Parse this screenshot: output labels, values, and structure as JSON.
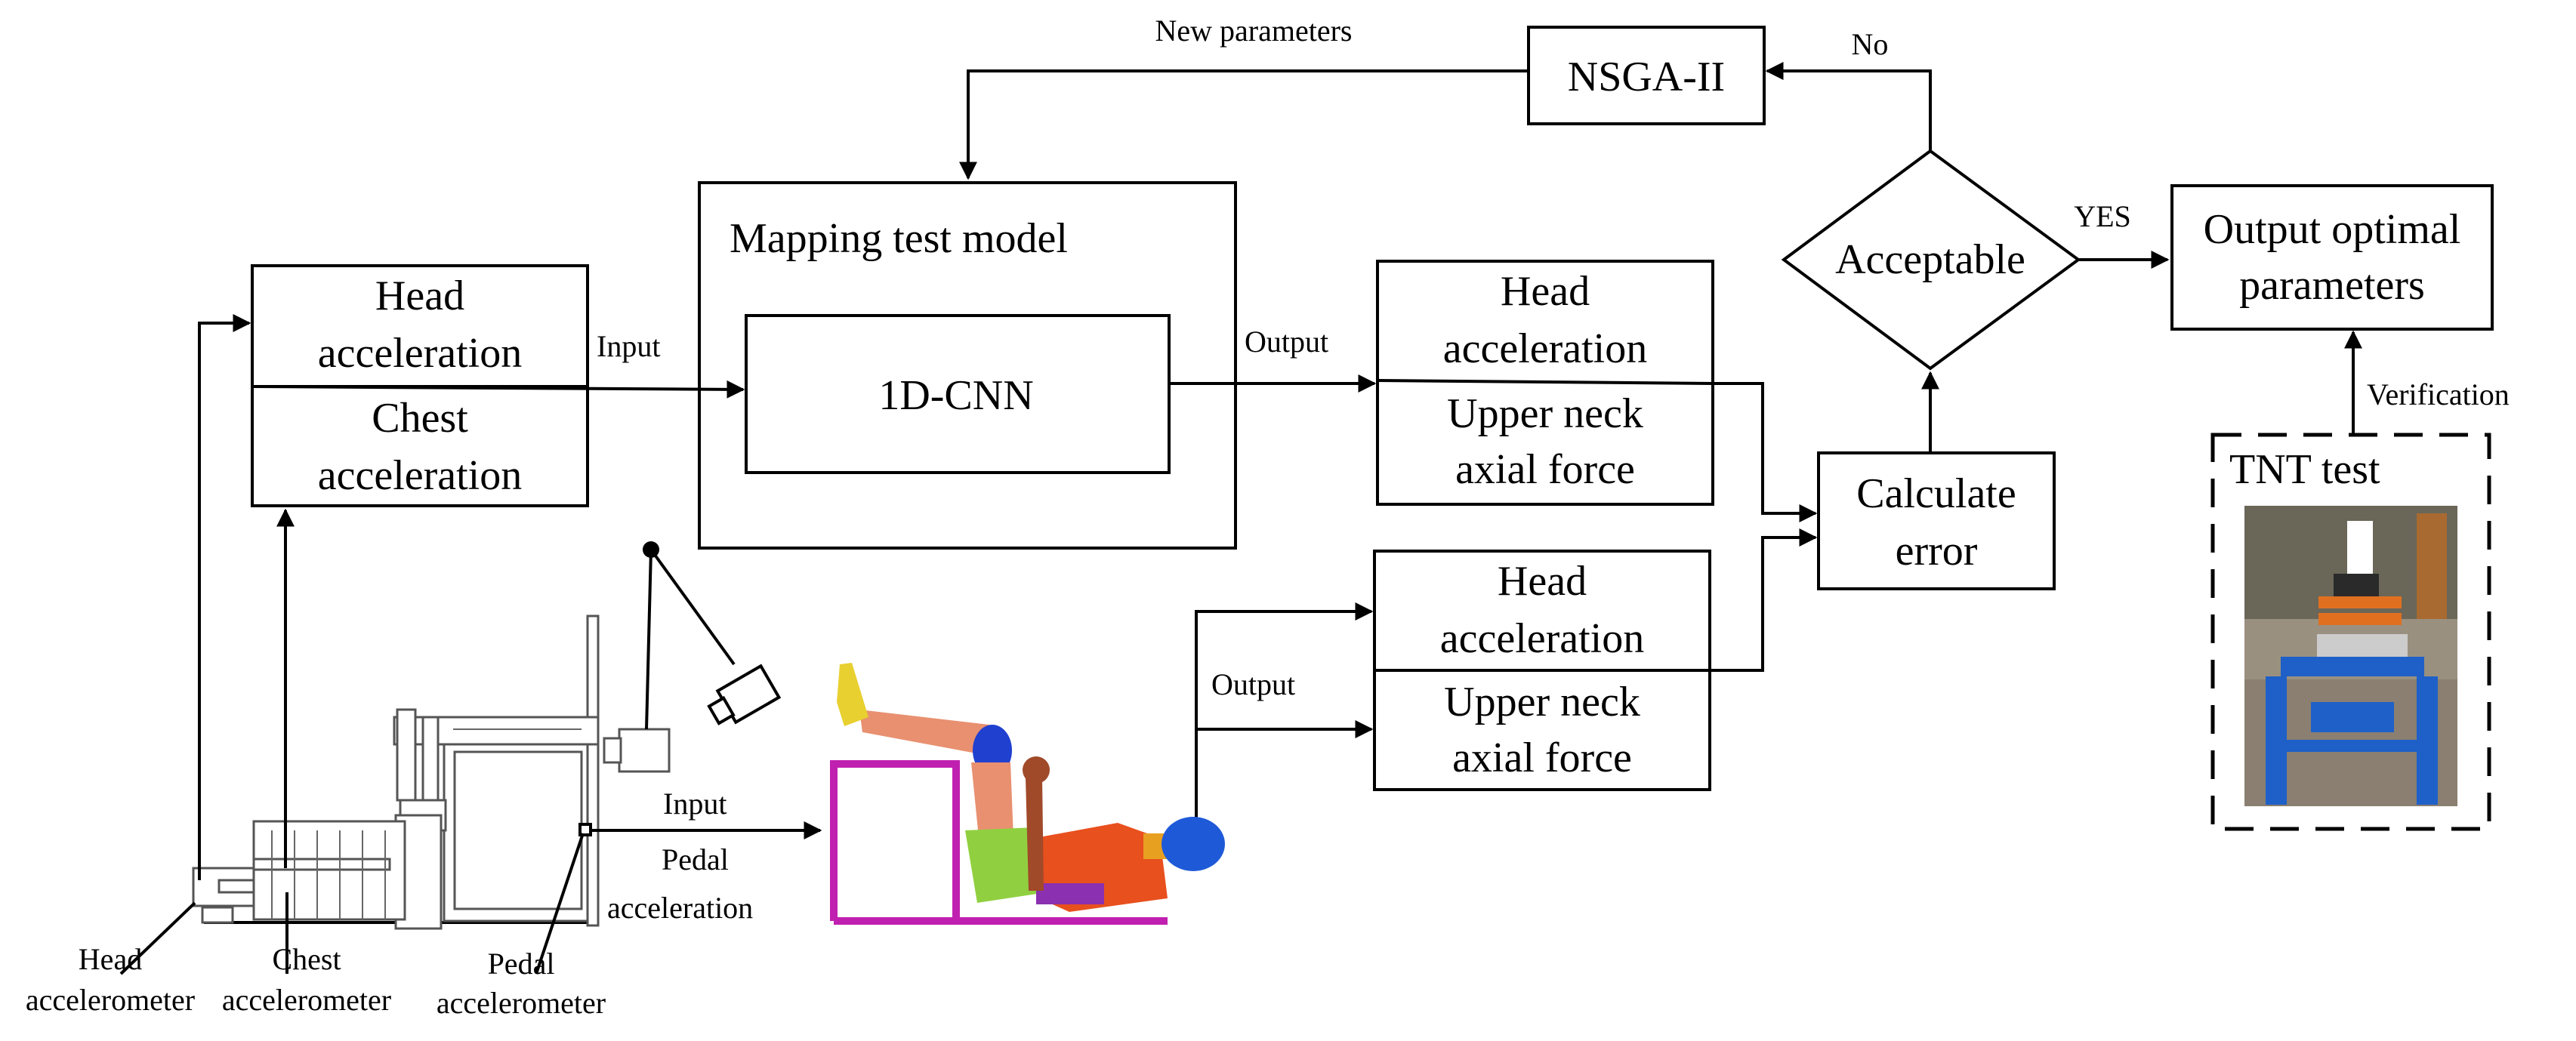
{
  "nodes": {
    "nsga": "NSGA-II",
    "mapping_title": "Mapping test model",
    "cnn": "1D-CNN",
    "input_box": {
      "line1": "Head",
      "line2": "acceleration",
      "line3": "Chest",
      "line4": "acceleration"
    },
    "output_top": {
      "line1": "Head",
      "line2": "acceleration",
      "line3": "Upper neck",
      "line4": "axial force"
    },
    "output_bottom": {
      "line1": "Head",
      "line2": "acceleration",
      "line3": "Upper neck",
      "line4": "axial force"
    },
    "acceptable": "Acceptable",
    "calc": {
      "line1": "Calculate",
      "line2": "error"
    },
    "optimal": {
      "line1": "Output optimal",
      "line2": "parameters"
    },
    "tnt": "TNT test"
  },
  "edge_labels": {
    "new_params": "New parameters",
    "no": "No",
    "yes": "YES",
    "input_top": "Input",
    "output_top": "Output",
    "output_bottom": "Output",
    "verification": "Verification",
    "input_bottom": "Input",
    "pedal_accel_1": "Pedal",
    "pedal_accel_2": "acceleration"
  },
  "sensor_labels": {
    "head_1": "Head",
    "head_2": "accelerometer",
    "chest_1": "Chest",
    "chest_2": "accelerometer",
    "pedal_1": "Pedal",
    "pedal_2": "accelerometer"
  },
  "colors": {
    "seat": "#c020b0",
    "dummy_torso": "#e8501e",
    "dummy_leg": "#e89070",
    "dummy_arm": "#a04a2a",
    "dummy_shorts": "#90d040",
    "dummy_knee": "#2040d0",
    "dummy_helmet": "#1e5ad8",
    "dummy_foot": "#e8d030",
    "dummy_spring": "#e8a020",
    "photo_ground": "#8a7f70",
    "photo_frame": "#1e60c8"
  }
}
